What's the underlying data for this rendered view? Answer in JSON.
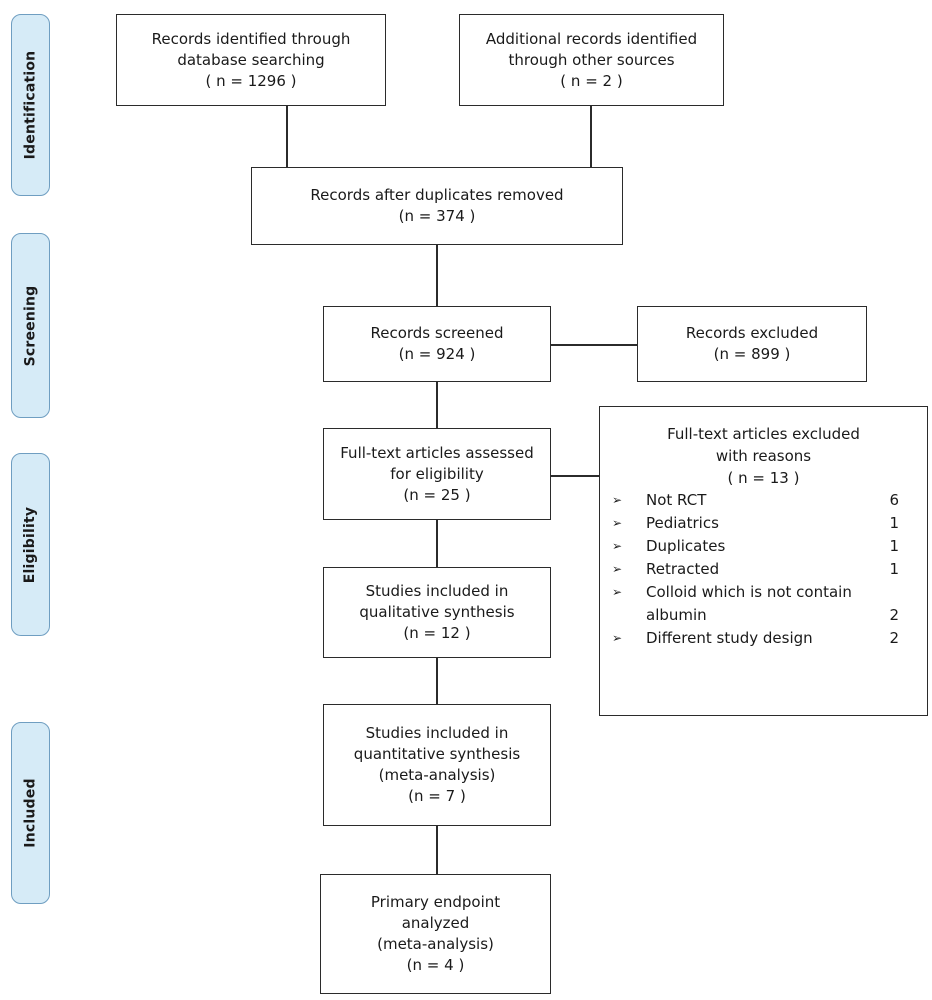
{
  "stages": {
    "identification": "Identification",
    "screening": "Screening",
    "eligibility": "Eligibility",
    "included": "Included"
  },
  "boxes": {
    "database": [
      "Records identified through",
      "database searching",
      "( n = 1296 )"
    ],
    "other_sources": [
      "Additional records identified",
      "through other sources",
      "( n = 2 )"
    ],
    "dup_removed": [
      "Records after duplicates removed",
      "(n = 374 )"
    ],
    "screened": [
      "Records screened",
      "(n = 924 )"
    ],
    "excluded": [
      "Records excluded",
      "(n =  899 )"
    ],
    "fulltext": [
      "Full-text articles assessed",
      "for eligibility",
      "(n =  25 )"
    ],
    "qualitative": [
      "Studies included in",
      "qualitative synthesis",
      "(n = 12 )"
    ],
    "quantitative": [
      "Studies included in",
      "quantitative synthesis",
      "(meta-analysis)",
      "(n =  7 )"
    ],
    "primary": [
      "Primary endpoint",
      "analyzed",
      "(meta-analysis)",
      "(n =  4 )"
    ]
  },
  "fulltext_excluded": {
    "heading": [
      "Full-text articles excluded",
      "with reasons",
      "( n = 13 )"
    ],
    "bullet": "➢",
    "reasons": [
      {
        "text": [
          "Not RCT"
        ],
        "count": "6"
      },
      {
        "text": [
          "Pediatrics"
        ],
        "count": "1"
      },
      {
        "text": [
          "Duplicates"
        ],
        "count": "1"
      },
      {
        "text": [
          "Retracted"
        ],
        "count": "1"
      },
      {
        "text": [
          "Colloid which is not contain",
          "albumin"
        ],
        "count": "2"
      },
      {
        "text": [
          "Different study design"
        ],
        "count": "2"
      }
    ]
  },
  "colors": {
    "stage_fill": "#d6ebf7",
    "stage_border": "#6f9ec1",
    "box_border": "#2b2b2b"
  }
}
